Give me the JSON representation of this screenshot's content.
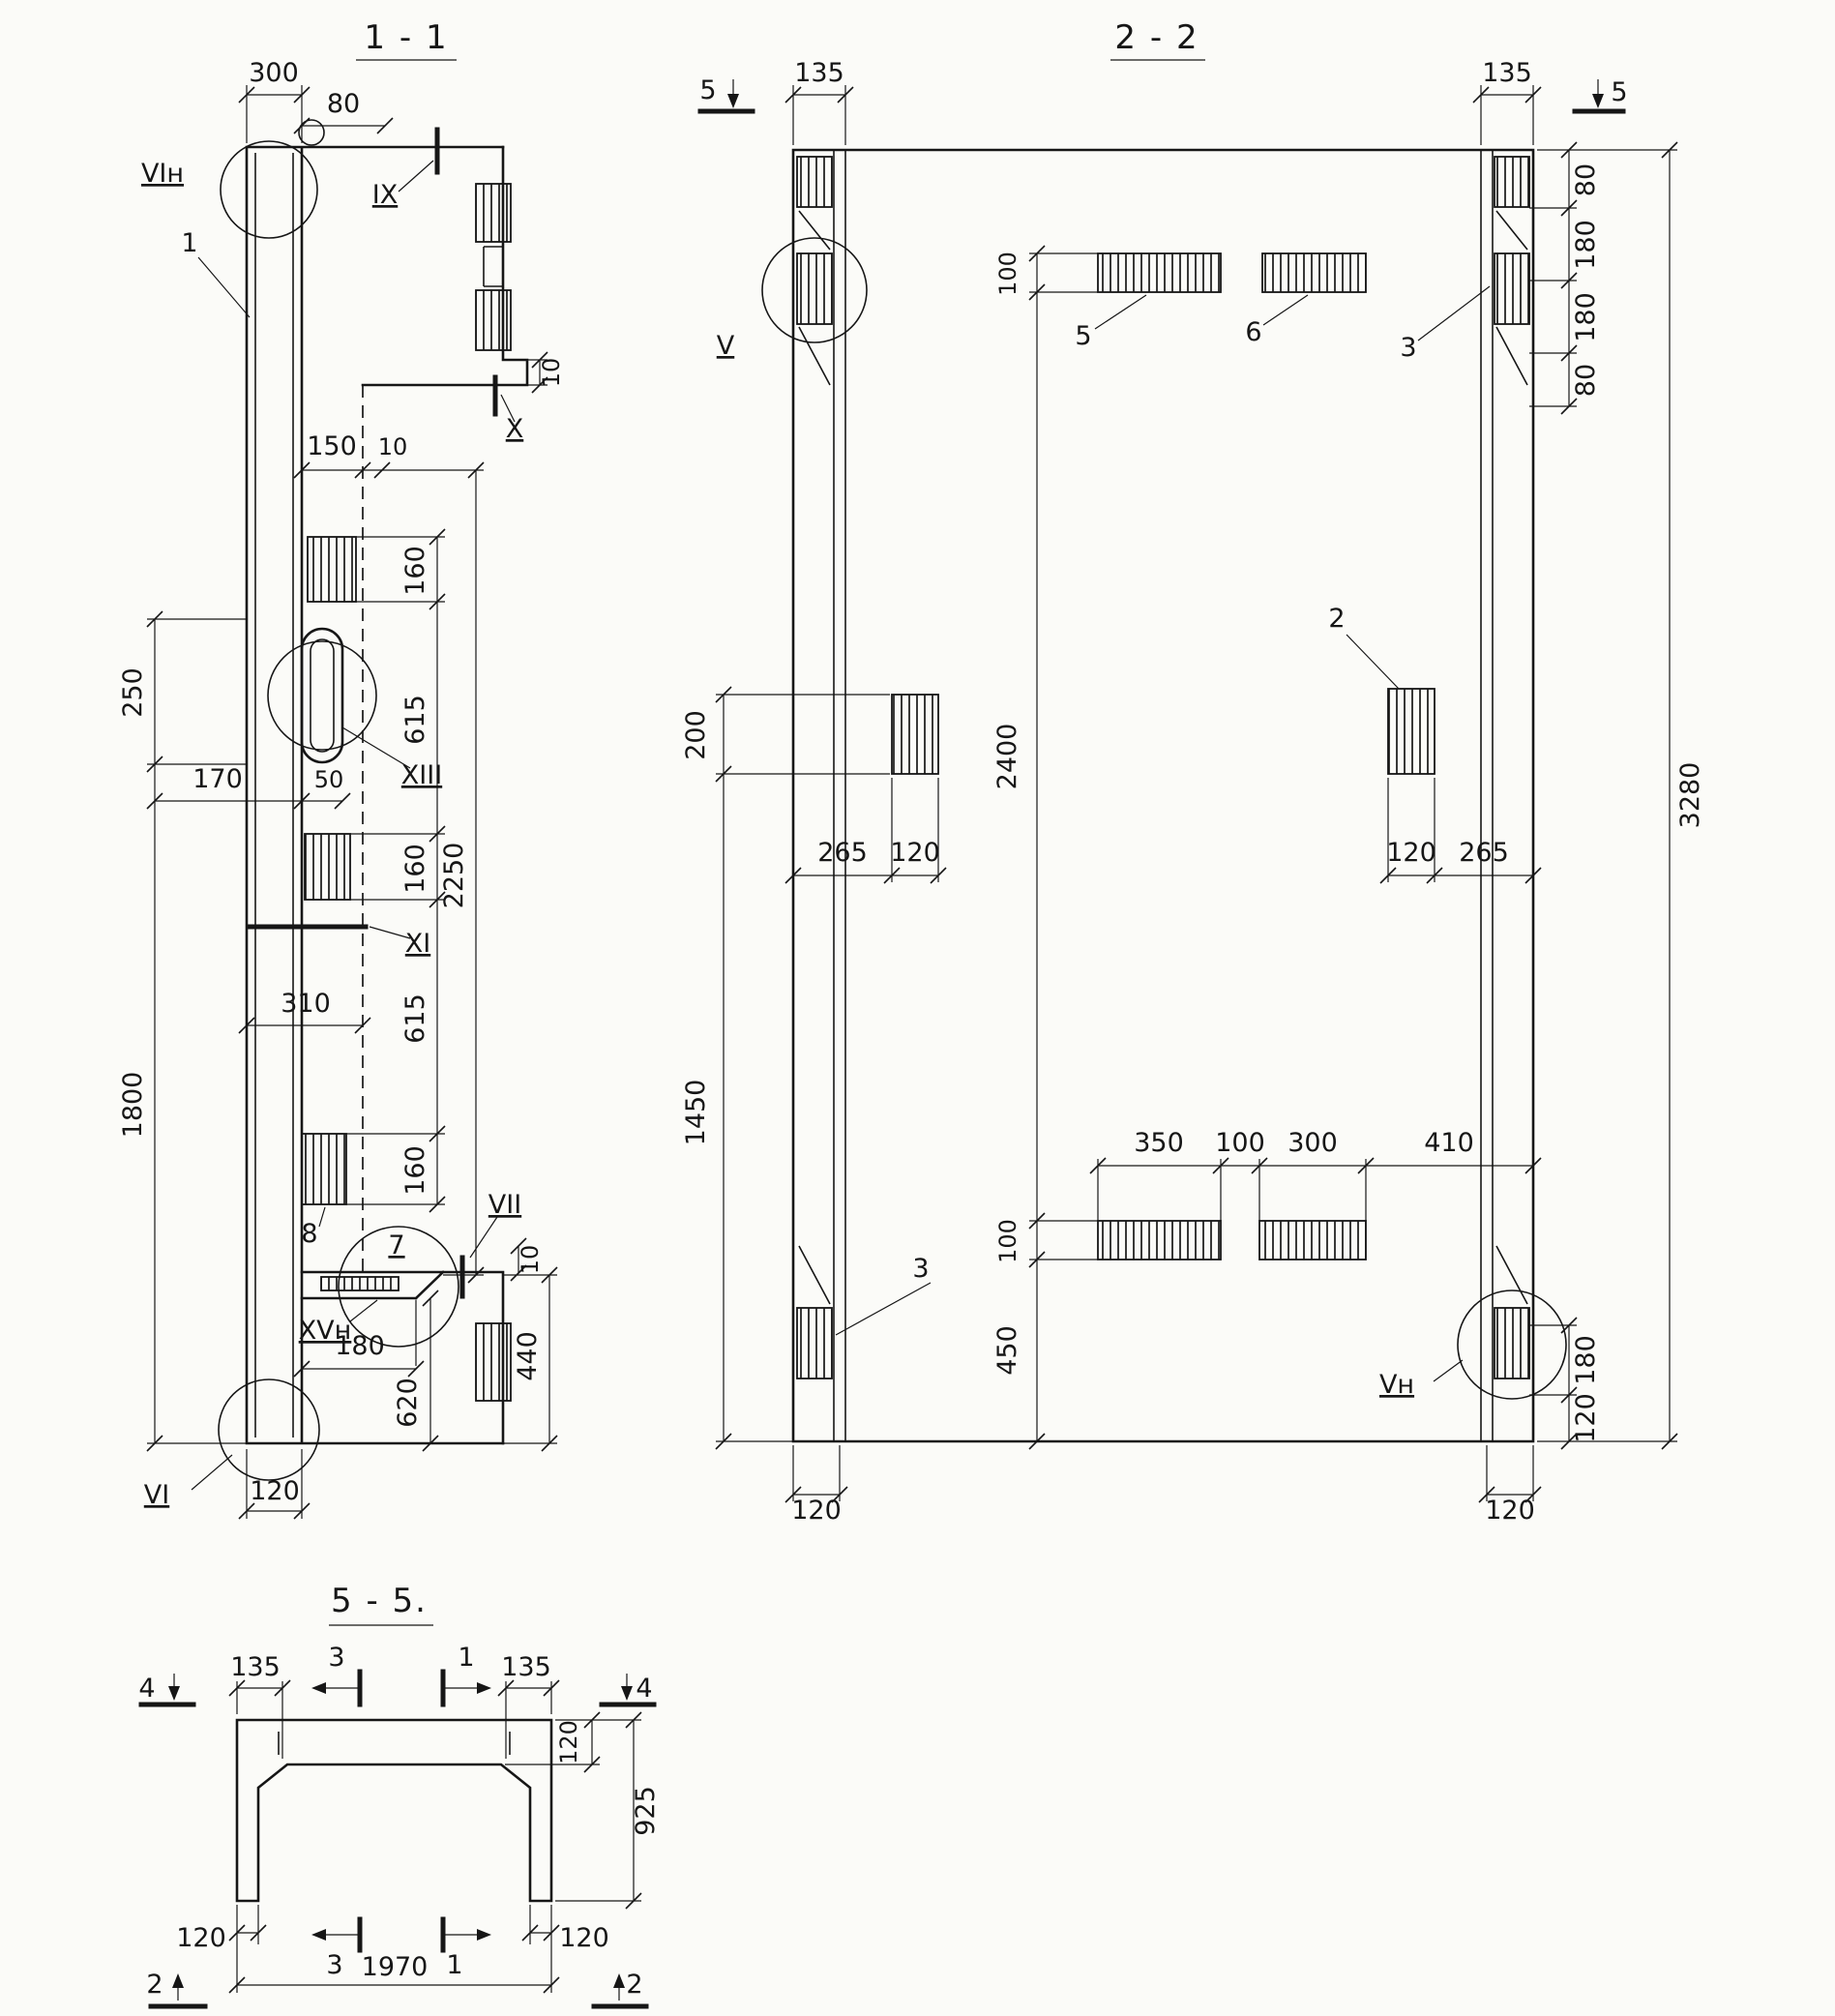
{
  "colors": {
    "ink": "#161616",
    "paper": "#fbfbf8"
  },
  "s11": {
    "title": "1 - 1",
    "part1": "1",
    "part7": "7",
    "part8": "8",
    "ref_vin": "VIн",
    "ref_ix": "IX",
    "ref_x": "X",
    "ref_xiii": "XIII",
    "ref_xi": "XI",
    "ref_vii": "VII",
    "ref_xvn": "XVн",
    "ref_vi": "VI",
    "d300": "300",
    "d80": "80",
    "d10_top": "10",
    "d150": "150",
    "d10_mid": "10",
    "d160_1": "160",
    "d615_1": "615",
    "d160_2": "160",
    "d615_2": "615",
    "d160_3": "160",
    "d2250": "2250",
    "d250": "250",
    "d170": "170",
    "d50": "50",
    "d310": "310",
    "d1800": "1800",
    "d10_bot": "10",
    "d180": "180",
    "d440": "440",
    "d620": "620",
    "d120": "120"
  },
  "s22": {
    "title": "2 - 2",
    "mark5_left": "5",
    "mark5_right": "5",
    "part5": "5",
    "part6": "6",
    "part3_top": "3",
    "part2": "2",
    "part3_bot": "3",
    "ref_v": "V",
    "ref_vn": "Vн",
    "d135_left": "135",
    "d135_right": "135",
    "d80_1": "80",
    "d180_1": "180",
    "d180_2": "180",
    "d80_2": "80",
    "d3280": "3280",
    "d100_top": "100",
    "d2400": "2400",
    "d100_bot": "100",
    "d450": "450",
    "d200": "200",
    "d1450": "1450",
    "d265_left": "265",
    "d120_left": "120",
    "d120_right": "120",
    "d265_right": "265",
    "d350": "350",
    "d100_row": "100",
    "d300": "300",
    "d410": "410",
    "d180_bot": "180",
    "d120_rb": "120",
    "d120_bl": "120",
    "d120_br": "120"
  },
  "s55": {
    "title": "5 - 5.",
    "mark4_left": "4",
    "mark4_right": "4",
    "mark3_top": "3",
    "mark1_top": "1",
    "mark3_bot": "3",
    "mark1_bot": "1",
    "mark2_left": "2",
    "mark2_right": "2",
    "d135_left": "135",
    "d135_right": "135",
    "d120_top": "120",
    "d925": "925",
    "d120_bl": "120",
    "d120_br": "120",
    "d1970": "1970"
  }
}
